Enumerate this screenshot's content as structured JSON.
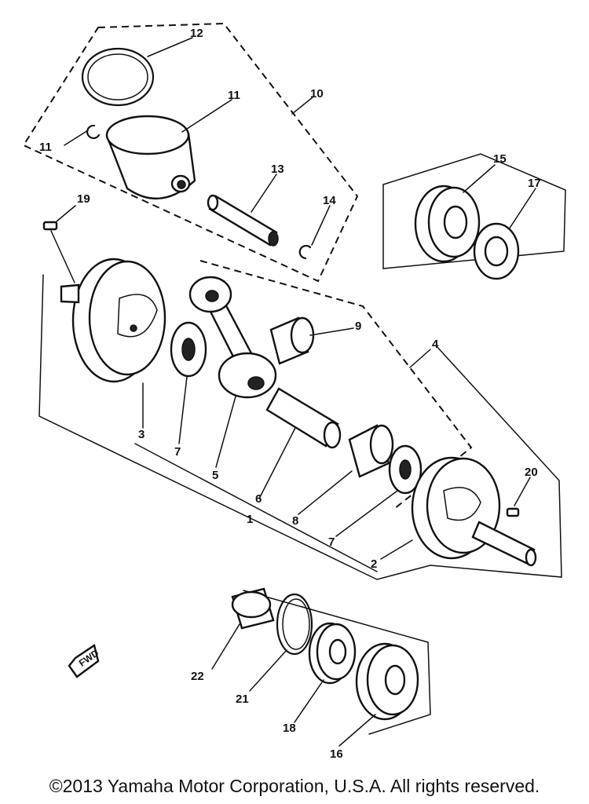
{
  "diagram": {
    "callouts": {
      "c2": "2",
      "c3": "3",
      "c4": "4",
      "c5": "5",
      "c6": "6",
      "c7a": "7",
      "c7b": "7",
      "c8": "8",
      "c9": "9",
      "c10": "10",
      "c11a": "11",
      "c11b": "11",
      "c12": "12",
      "c13": "13",
      "c14": "14",
      "c15": "15",
      "c16": "16",
      "c17": "17",
      "c18": "18",
      "c19": "19",
      "c20": "20",
      "c21": "21",
      "c22": "22",
      "c1": "1"
    },
    "fwd_label": "FWD"
  },
  "footer": {
    "copyright": "©2013 Yamaha Motor Corporation, U.S.A. All rights reserved."
  }
}
